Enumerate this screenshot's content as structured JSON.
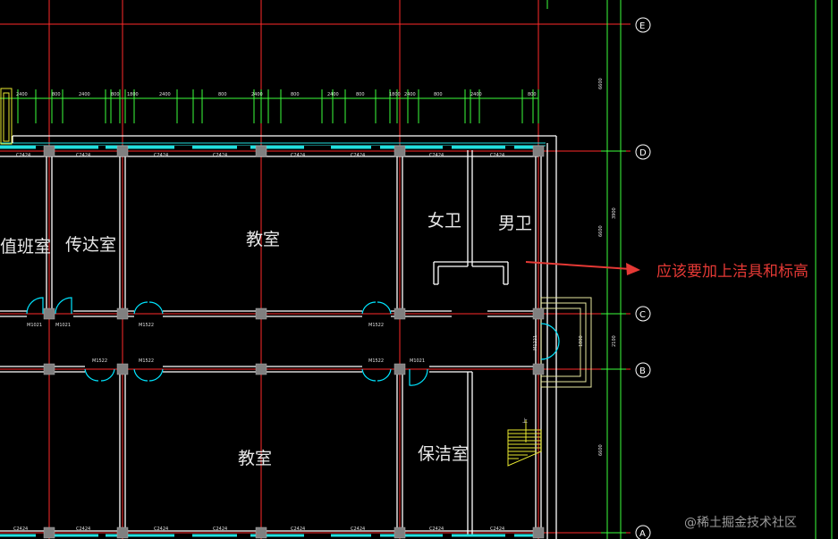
{
  "rooms": {
    "duty": "值班室",
    "reception": "传达室",
    "classroom_top": "教室",
    "female_wc": "女卫",
    "male_wc": "男卫",
    "classroom_bottom": "教室",
    "cleaning": "保洁室"
  },
  "grid_labels": {
    "E": "E",
    "D": "D",
    "C": "C",
    "B": "B",
    "A": "A"
  },
  "window_code": "C2424",
  "door_codes": {
    "m1021": "M1021",
    "m1522": "M1522",
    "m1221": "M1221"
  },
  "dims_top": [
    "2400",
    "800",
    "2400",
    "800",
    "1800",
    "2400",
    "800",
    "2400",
    "800",
    "2400",
    "800",
    "1800",
    "2400",
    "800",
    "2400",
    "800"
  ],
  "dims_right": [
    "6600",
    "3900",
    "6600",
    "2100",
    "1800",
    "6600"
  ],
  "stair_label": "上",
  "annotation": "应该要加上洁具和标高",
  "watermark": "@稀土掘金技术社区",
  "colors": {
    "wall": "#ffffff",
    "grid": "#ff2a2a",
    "window": "#22e0e0",
    "dimension": "#3cff3c",
    "column": "#808080",
    "annotation": "#e53935",
    "door": "#00e5ff"
  }
}
